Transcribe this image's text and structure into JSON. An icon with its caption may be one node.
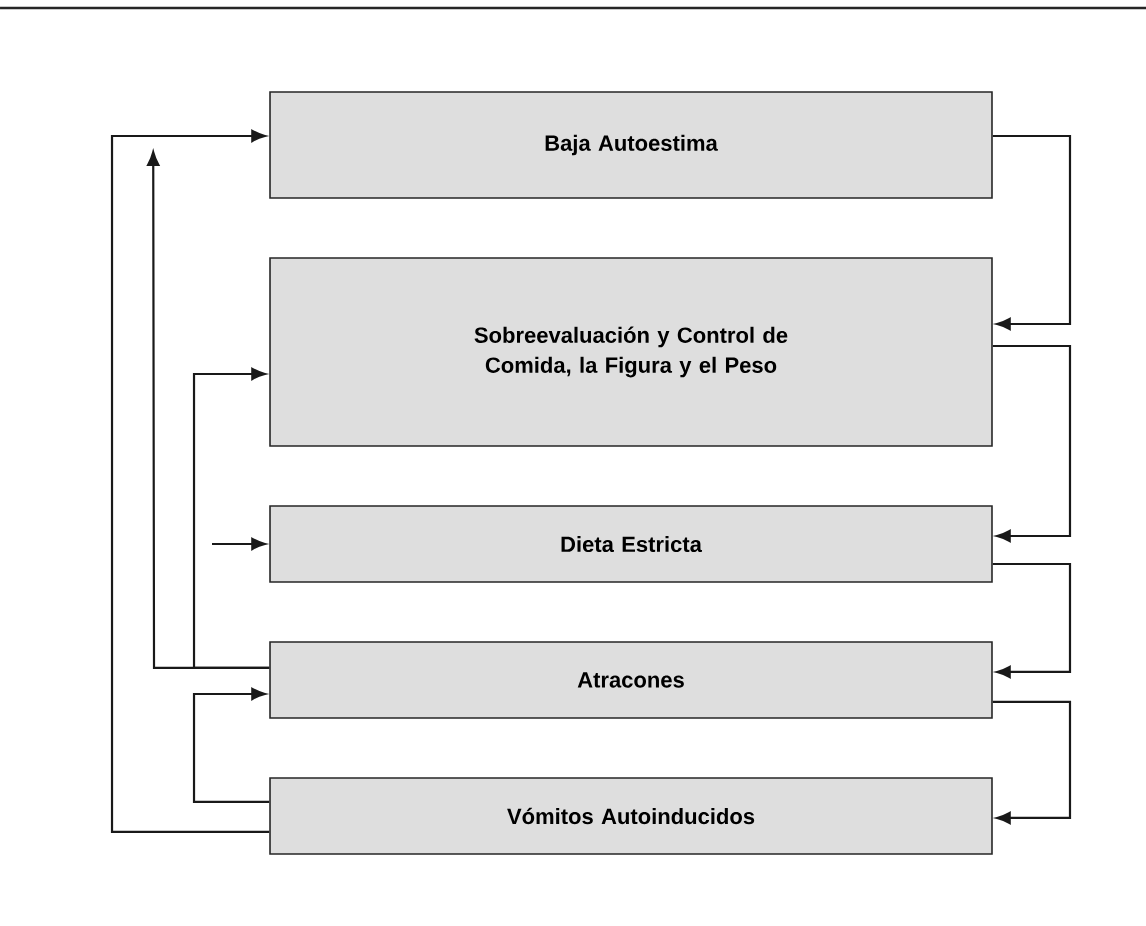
{
  "diagram": {
    "nodes": [
      {
        "text": [
          "Baja Autoestima"
        ]
      },
      {
        "text": [
          "Sobreevaluación y Control de Comida, la Figura y el Peso"
        ]
      },
      {
        "text": [
          "Dieta Estricta"
        ]
      },
      {
        "text": [
          "Atracones"
        ]
      },
      {
        "text": [
          "Vómitos Autoinducidos"
        ]
      }
    ],
    "edges": [
      {
        "from": 0,
        "to": 1,
        "arrow": "to"
      },
      {
        "from": 1,
        "to": 2,
        "arrow": "to"
      },
      {
        "from": 2,
        "to": 3,
        "arrow": "to"
      },
      {
        "from": 3,
        "to": 4,
        "arrow": "to"
      },
      {
        "from": 4,
        "to": 0,
        "arrow": "to"
      },
      {
        "from": 3,
        "to": 0,
        "arrow": "to"
      },
      {
        "from": 3,
        "to": 1,
        "arrow": "to"
      },
      {
        "from": null,
        "to": 2,
        "arrow": "to"
      },
      {
        "from": 4,
        "to": 3,
        "arrow": "to"
      }
    ]
  }
}
